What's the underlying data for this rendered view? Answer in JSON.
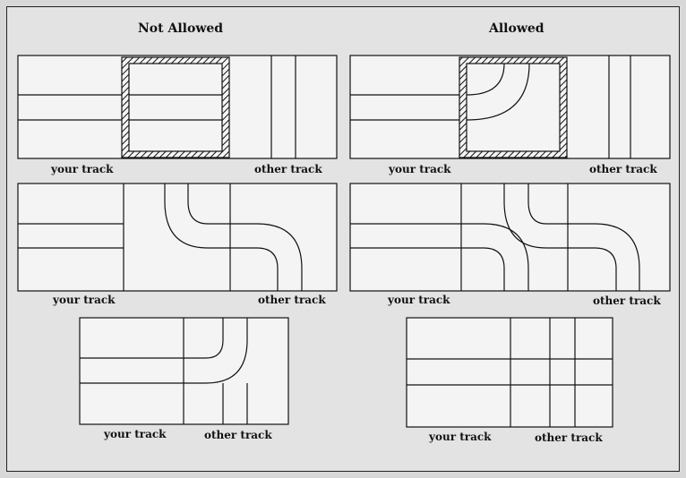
{
  "headings": {
    "not_allowed": "Not Allowed",
    "allowed": "Allowed"
  },
  "labels": {
    "your_track": "your track",
    "other_track": "other track"
  },
  "colors": {
    "line": "#111111",
    "board": "#f4f4f4",
    "background": "#e3e3e3"
  },
  "panels": [
    {
      "column": "not_allowed",
      "row": 1,
      "your_track": "your track",
      "other_track": "other track"
    },
    {
      "column": "allowed",
      "row": 1,
      "your_track": "your track",
      "other_track": "other track"
    },
    {
      "column": "not_allowed",
      "row": 2,
      "your_track": "your track",
      "other_track": "other track"
    },
    {
      "column": "allowed",
      "row": 2,
      "your_track": "your track",
      "other_track": "other track"
    },
    {
      "column": "not_allowed",
      "row": 3,
      "your_track": "your track",
      "other_track": "other track"
    },
    {
      "column": "allowed",
      "row": 3,
      "your_track": "your track",
      "other_track": "other track"
    }
  ]
}
